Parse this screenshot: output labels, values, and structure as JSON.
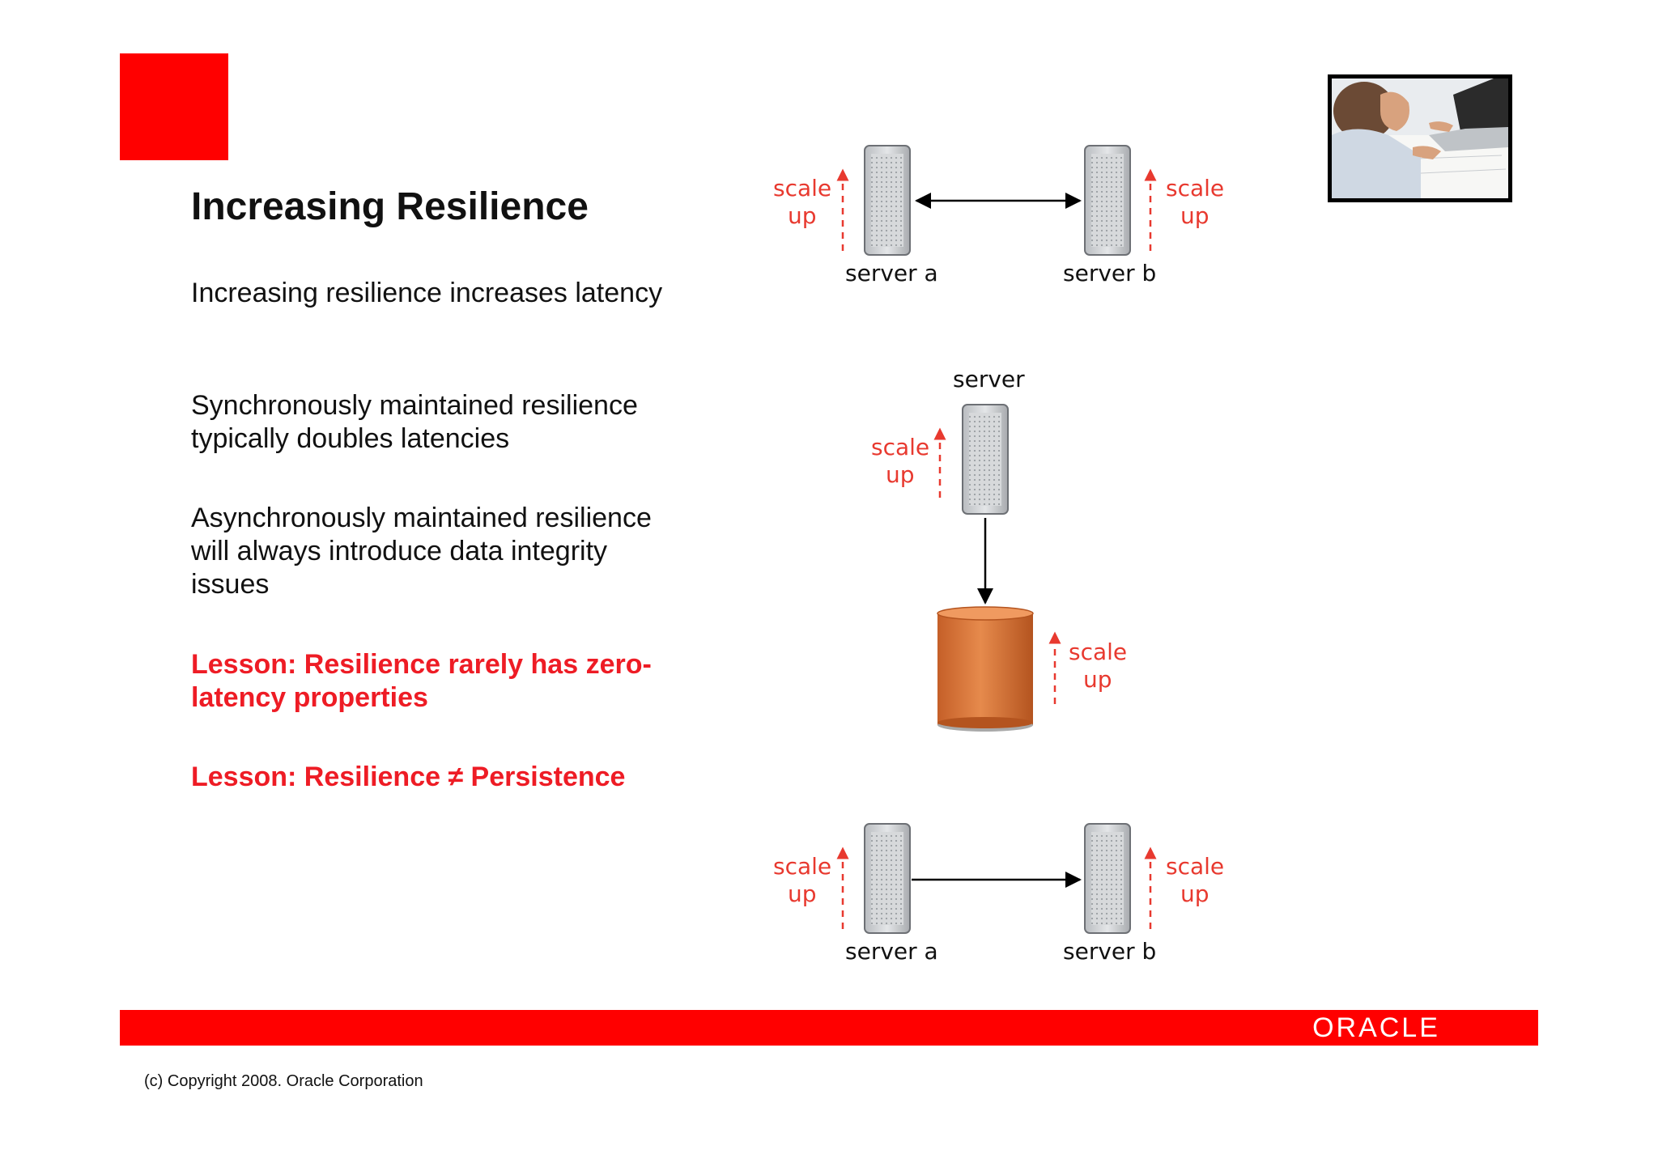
{
  "slide": {
    "title": "Increasing Resilience",
    "bullets": [
      "Increasing resilience increases latency",
      "Synchronously maintained resilience typically doubles latencies",
      "Asynchronously maintained resilience will always introduce data integrity issues",
      "Lesson: Resilience rarely has zero-latency properties",
      "Lesson: Resilience ≠ Persistence"
    ]
  },
  "diagram": {
    "scale_up": "scale up",
    "scale_word": "scale",
    "up_word": "up",
    "server_a": "server a",
    "server_b": "server b",
    "server": "server"
  },
  "footer": {
    "logo": "ORACLE",
    "copyright": "(c) Copyright 2008. Oracle Corporation"
  },
  "colors": {
    "accent": "#ff0000",
    "lesson_text": "#ee1c25",
    "diagram_label": "#e8392f",
    "database": "#d9733a"
  }
}
